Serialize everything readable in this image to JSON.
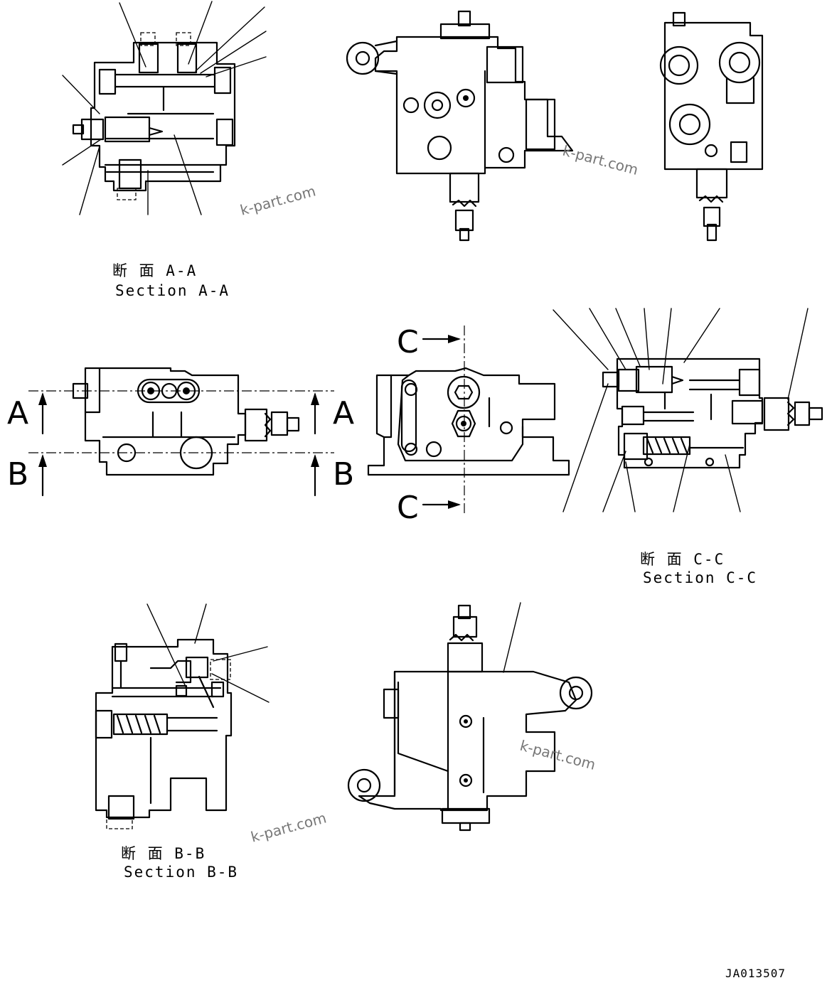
{
  "captions": {
    "section_a": {
      "jp": "断 面 A-A",
      "en": "Section A-A"
    },
    "section_b": {
      "jp": "断 面 B-B",
      "en": "Section B-B"
    },
    "section_c": {
      "jp": "断 面 C-C",
      "en": "Section C-C"
    }
  },
  "section_marks": {
    "a": "A",
    "b": "B",
    "c": "C"
  },
  "watermark": "k-part.com",
  "drawing_code": "JA013507"
}
